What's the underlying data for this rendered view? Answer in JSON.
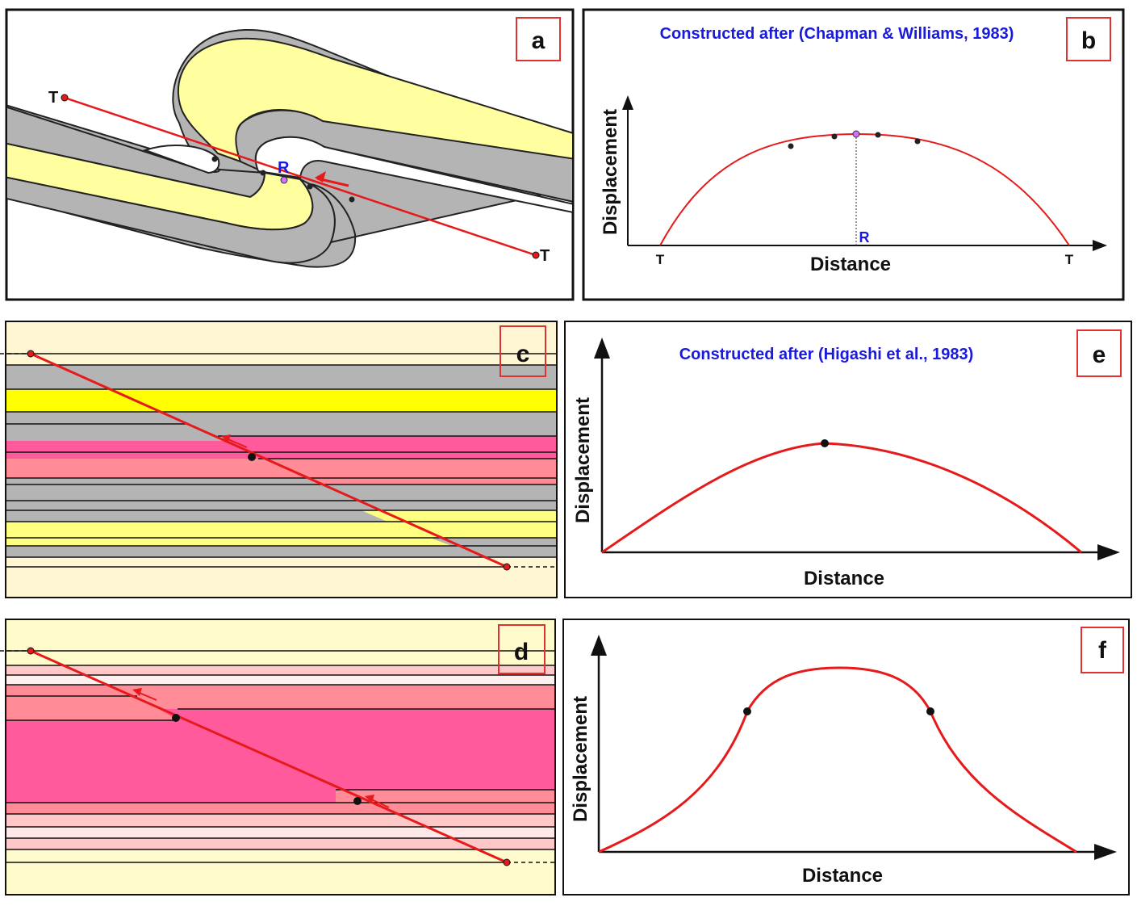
{
  "panels": {
    "a": {
      "letter": "a",
      "label_T_left": "T",
      "label_T_right": "T",
      "label_R": "R"
    },
    "b": {
      "letter": "b",
      "source_note": "Constructed after (Chapman & Williams, 1983)",
      "y_label": "Displacement",
      "x_label": "Distance",
      "tick_T_left": "T",
      "tick_T_right": "T",
      "tick_R": "R"
    },
    "c": {
      "letter": "c"
    },
    "d": {
      "letter": "d"
    },
    "e": {
      "letter": "e",
      "source_note": "Constructed after (Higashi et al., 1983)",
      "y_label": "Displacement",
      "x_label": "Distance"
    },
    "f": {
      "letter": "f",
      "y_label": "Displacement",
      "x_label": "Distance"
    }
  },
  "colors": {
    "yellow": "#ffffa0",
    "bright_yellow": "#ffff00",
    "gray": "#b4b4b4",
    "magenta": "#ff5a9b",
    "salmon": "#ff8c96",
    "light_pink": "#ffc8c8",
    "cream": "#fff6d4",
    "cream_d": "#fffbcc",
    "fault_red": "#e61a1a",
    "label_blue": "#1a1adc"
  },
  "icons": [
    "sense-of-slip-arrow"
  ]
}
